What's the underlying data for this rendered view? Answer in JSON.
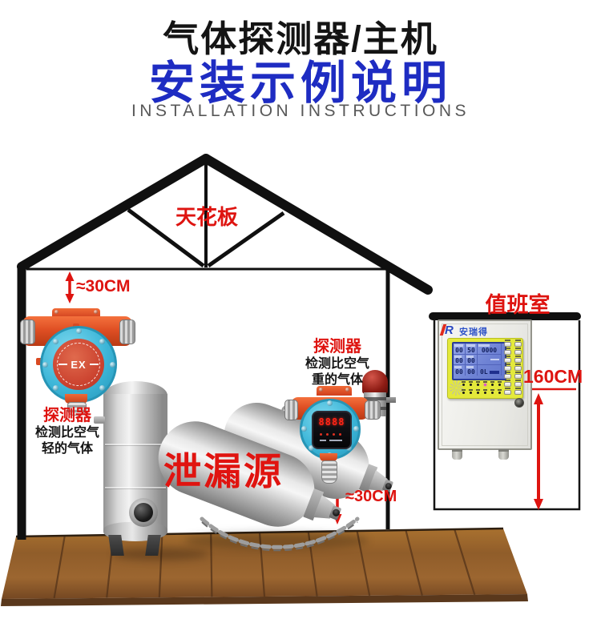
{
  "header": {
    "title": "气体探测器/主机",
    "subtitle": "安装示例说明",
    "subtitle_en": "INSTALLATION INSTRUCTIONS"
  },
  "scene": {
    "ceiling_label": "天花板",
    "duty_room_label": "值班室",
    "leak_source_label": "泄漏源",
    "measurements": {
      "ceiling_clearance": "≈30CM",
      "floor_clearance": "≈30CM",
      "panel_height": "160CM"
    },
    "left_detector": {
      "title": "探测器",
      "line1": "检测比空气",
      "line2": "轻的气体",
      "marking": "EX"
    },
    "right_detector": {
      "title": "探测器",
      "line1": "检测比空气",
      "line2": "重的气体",
      "display": "8888"
    }
  },
  "control_panel": {
    "logo": "R",
    "brand": "安瑞得",
    "lcd": {
      "v1": "00",
      "v2": "50",
      "v3": "0000",
      "v4": "00",
      "v5": "00",
      "v6": "00",
      "v7": "00",
      "v8": "0L"
    }
  },
  "colors": {
    "title_blue": "#1e2cc2",
    "accent_red": "#de1410",
    "structure_black": "#101010",
    "detector_orange": "#df4f24",
    "detector_cyan": "#3db6d8",
    "panel_yellow": "#e4e93b",
    "lcd_blue": "#6e82d4",
    "floor_brown": "#8a5a2e"
  }
}
